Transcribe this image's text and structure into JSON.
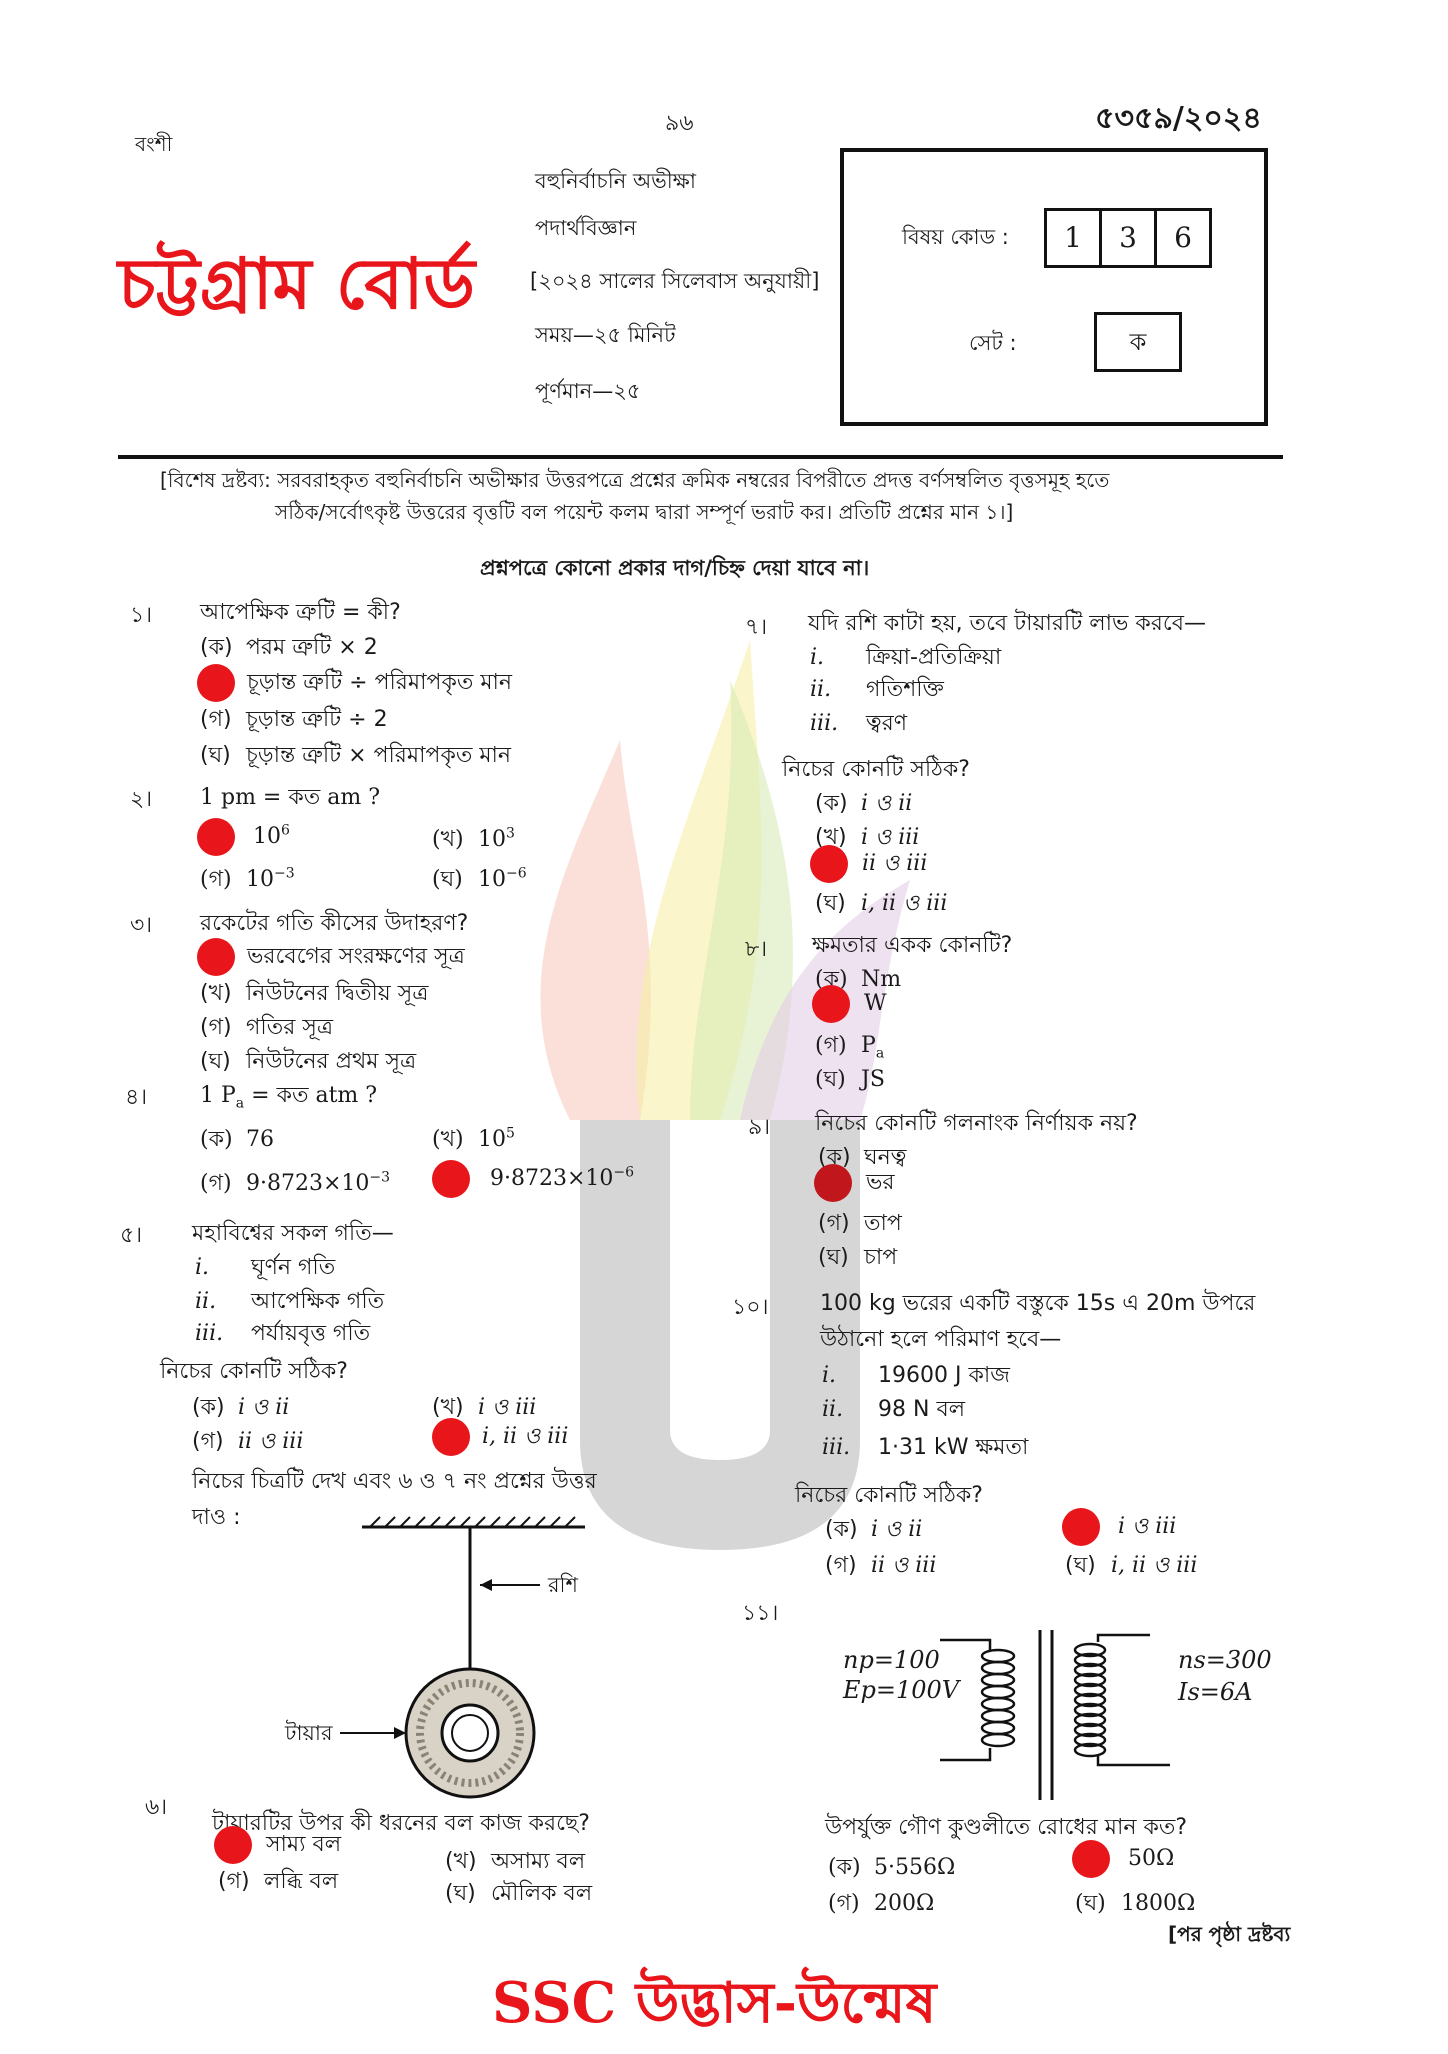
{
  "header": {
    "page_number": "৯৬",
    "code": "৫৩৫৯/২০২৪",
    "left_note": "বংশী",
    "board": "চট্টগ্রাম বোর্ড",
    "exam_type": "বহুনির্বাচনি অভীক্ষা",
    "subject": "পদার্থবিজ্ঞান",
    "syllabus": "[২০২৪ সালের সিলেবাস অনুযায়ী]",
    "time": "সময়—২৫ মিনিট",
    "marks": "পূর্ণমান—২৫",
    "subject_code_label": "বিষয় কোড :",
    "subject_code_digits": [
      "1",
      "3",
      "6"
    ],
    "set_label": "সেট :",
    "set_value": "ক"
  },
  "instructions": {
    "line1": "[বিশেষ দ্রষ্টব্য: সরবরাহকৃত বহুনির্বাচনি অভীক্ষার উত্তরপত্রে প্রশ্নের ক্রমিক নম্বরের বিপরীতে প্রদত্ত বর্ণসম্বলিত বৃত্তসমূহ হতে",
    "line2": "সঠিক/সর্বোৎকৃষ্ট উত্তরের বৃত্তটি বল পয়েন্ট কলম দ্বারা সম্পূর্ণ ভরাট কর। প্রতিটি প্রশ্নের মান ১।]",
    "warning": "প্রশ্নপত্রে কোনো প্রকার দাগ/চিহ্ন দেয়া যাবে না।"
  },
  "labels": {
    "ka": "(ক)",
    "kha": "(খ)",
    "ga": "(গ)",
    "gha": "(ঘ)",
    "i": "i.",
    "ii": "ii.",
    "iii": "iii.",
    "which_correct": "নিচের কোনটি সঠিক?"
  },
  "q1": {
    "num": "১।",
    "text": "আপেক্ষিক ত্রুটি = কী?",
    "a": "পরম ত্রুটি × 2",
    "b": "চূড়ান্ত ত্রুটি ÷ পরিমাপকৃত মান",
    "c": "চূড়ান্ত ত্রুটি ÷ 2",
    "d": "চূড়ান্ত ত্রুটি × পরিমাপকৃত মান"
  },
  "q2": {
    "num": "২।",
    "text": "1 pm = কত am ?",
    "a_base": "10",
    "a_exp": "6",
    "b_base": "10",
    "b_exp": "3",
    "c_base": "10",
    "c_exp": "−3",
    "d_base": "10",
    "d_exp": "−6"
  },
  "q3": {
    "num": "৩।",
    "text": "রকেটের গতি কীসের উদাহরণ?",
    "a": "ভরবেগের সংরক্ষণের সূত্র",
    "b": "নিউটনের দ্বিতীয় সূত্র",
    "c": "গতির সূত্র",
    "d": "নিউটনের প্রথম সূত্র"
  },
  "q4": {
    "num": "৪।",
    "text_pre": "1 P",
    "text_sub": "a",
    "text_post": " = কত  atm ?",
    "a": "76",
    "b_base": "10",
    "b_exp": "5",
    "c_base": "9·8723×10",
    "c_exp": "−3",
    "d_base": "9·8723×10",
    "d_exp": "−6"
  },
  "q5": {
    "num": "৫।",
    "text": "মহাবিশ্বের সকল গতি—",
    "i": "ঘূর্ণন গতি",
    "ii": "আপেক্ষিক গতি",
    "iii": "পর্যায়বৃত্ত গতি",
    "a": "i ও ii",
    "b": "i ও iii",
    "c": "ii ও iii",
    "d": "i, ii ও iii"
  },
  "stem67": {
    "line1": "নিচের চিত্রটি দেখ এবং ৬ ও ৭ নং প্রশ্নের উত্তর",
    "line2": "দাও :",
    "rope_label": "রশি",
    "tire_label": "টায়ার"
  },
  "q6": {
    "num": "৬।",
    "text": "টায়ারটির উপর কী ধরনের বল কাজ করছে?",
    "a": "সাম্য বল",
    "b": "অসাম্য বল",
    "c": "লব্ধি বল",
    "d": "মৌলিক বল"
  },
  "q7": {
    "num": "৭।",
    "text": "যদি রশি কাটা হয়, তবে টায়ারটি লাভ করবে—",
    "i": "ক্রিয়া-প্রতিক্রিয়া",
    "ii": "গতিশক্তি",
    "iii": "ত্বরণ",
    "a": "i ও ii",
    "b": "i ও iii",
    "c": "ii ও iii",
    "d": "i, ii ও iii"
  },
  "q8": {
    "num": "৮।",
    "text": "ক্ষমতার একক কোনটি?",
    "a": "Nm",
    "b": "W",
    "c_pre": "P",
    "c_sub": "a",
    "d": "JS"
  },
  "q9": {
    "num": "৯।",
    "text": "নিচের কোনটি গলনাংক নির্ণায়ক নয়?",
    "a": "ঘনত্ব",
    "b": "ভর",
    "c": "তাপ",
    "d": "চাপ"
  },
  "q10": {
    "num": "১০।",
    "text1": "100 kg ভরের একটি বস্তুকে 15s এ 20m উপরে",
    "text2": "উঠানো হলে পরিমাণ হবে—",
    "i": "19600 J  কাজ",
    "ii": "98 N  বল",
    "iii": "1·31 kW  ক্ষমতা",
    "a": "i ও ii",
    "b": "i ও iii",
    "c": "ii ও iii",
    "d": "i, ii ও iii"
  },
  "q11": {
    "num": "১১।",
    "np": "np=100",
    "ep": "Ep=100V",
    "ns": "ns=300",
    "is": "Is=6A",
    "text": "উপর্যুক্ত গৌণ কুণ্ডলীতে রোধের মান কত?",
    "a": "5·556Ω",
    "b": "50Ω",
    "c": "200Ω",
    "d": "1800Ω"
  },
  "footer": {
    "next_page": "[পর পৃষ্ঠা দ্রষ্টব্য",
    "brand": "SSC উদ্ভাস-উন্মেষ"
  },
  "colors": {
    "red": "#e8151b",
    "text": "#1a1a1a"
  }
}
